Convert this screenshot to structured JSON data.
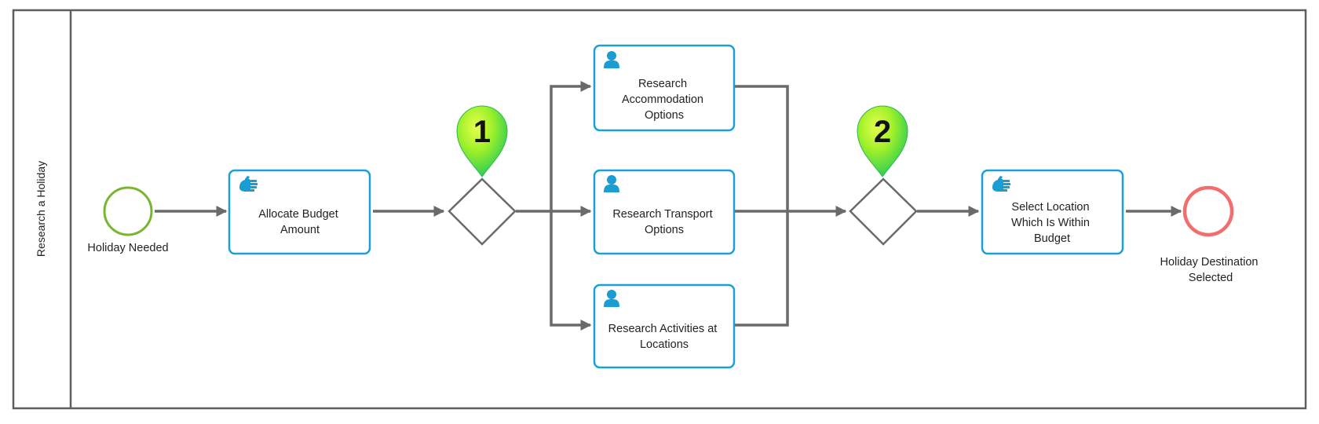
{
  "lane": {
    "label": "Research a Holiday"
  },
  "events": {
    "start_label": "Holiday Needed",
    "end_label_lines": [
      "Holiday Destination",
      "Selected"
    ]
  },
  "tasks": {
    "allocate_budget": {
      "kind": "manual",
      "icon": "hand-icon",
      "lines": [
        "Allocate Budget",
        "Amount"
      ]
    },
    "research_accommodation": {
      "kind": "user",
      "icon": "person-icon",
      "lines": [
        "Research",
        "Accommodation",
        "Options"
      ]
    },
    "research_transport": {
      "kind": "user",
      "icon": "person-icon",
      "lines": [
        "Research Transport",
        "Options"
      ]
    },
    "research_activities": {
      "kind": "user",
      "icon": "person-icon",
      "lines": [
        "Research Activities at",
        "Locations"
      ]
    },
    "select_location": {
      "kind": "manual",
      "icon": "hand-icon",
      "lines": [
        "Select Location",
        "Which Is Within",
        "Budget"
      ]
    }
  },
  "markers": {
    "split": "1",
    "join": "2"
  },
  "colors": {
    "task_border": "#1aa0d6",
    "icon": "#1a9dd3",
    "start_event": "#79b531",
    "end_event": "#f26d6d",
    "flow": "#6a6a6a",
    "marker_top": "#d4ff33",
    "marker_bottom": "#2fd65a"
  }
}
